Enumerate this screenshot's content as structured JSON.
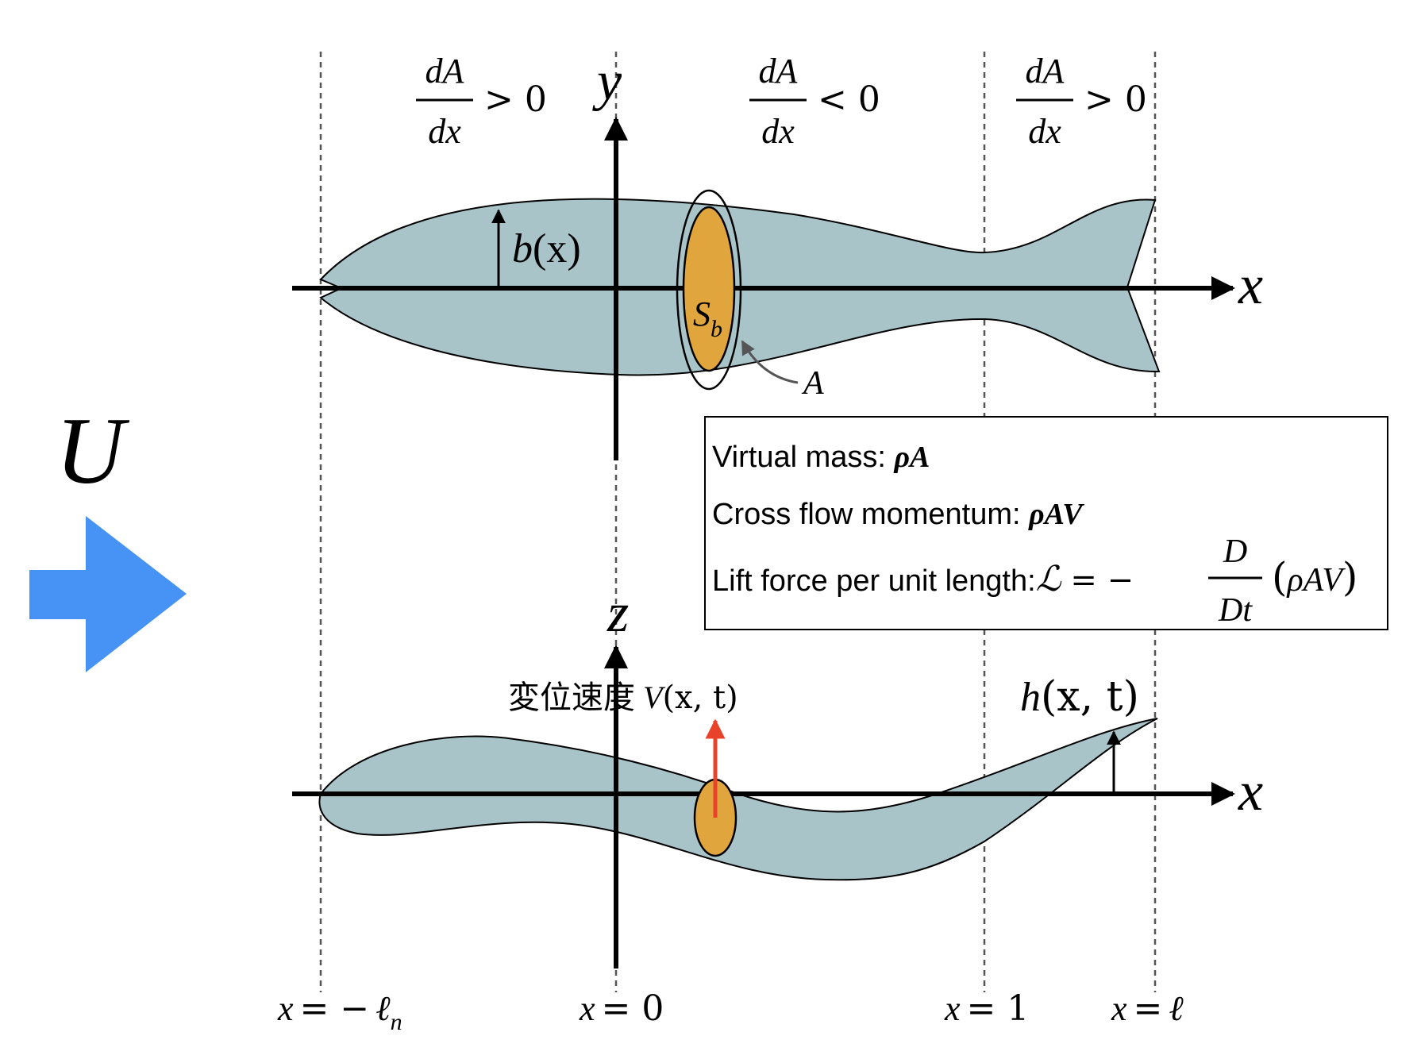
{
  "flow": {
    "label": "U",
    "arrow_color": "#4793f5"
  },
  "colors": {
    "body_fill": "#a8c4c9",
    "section_fill": "#e0a53c",
    "velocity_arrow": "#e8432a",
    "axis": "#000000",
    "guide": "#555555"
  },
  "top_view": {
    "y_axis_label": "y",
    "x_axis_label": "x",
    "region_left": {
      "num": "dA",
      "den": "dx",
      "rel": "> 0"
    },
    "region_mid": {
      "num": "dA",
      "den": "dx",
      "rel": "< 0"
    },
    "region_right": {
      "num": "dA",
      "den": "dx",
      "rel": "> 0"
    },
    "half_width_label": {
      "name": "b",
      "args": "(x)"
    },
    "section_label": {
      "base": "S",
      "sub": "b"
    },
    "area_label": "A"
  },
  "side_view": {
    "z_axis_label": "z",
    "x_axis_label": "x",
    "velocity_text": "変位速度",
    "velocity_symbol": {
      "name": "V",
      "args": "(x, t)"
    },
    "displacement_symbol": {
      "name": "h",
      "args": "(x, t)"
    }
  },
  "info_box": {
    "line1_text": "Virtual mass: ",
    "line1_math": "ρA",
    "line2_text": "Cross flow momentum: ",
    "line2_math": "ρAV",
    "line3_text": "Lift force per unit length:",
    "line3_lhs": "ℒ",
    "line3_eq": "= −",
    "line3_num": "D",
    "line3_den": "Dt",
    "line3_rhs": "ρAV"
  },
  "positions": {
    "pos1": {
      "lhs": "x",
      "eq": "= −",
      "sym": "ℓ",
      "sub": "n"
    },
    "pos2": {
      "lhs": "x",
      "eq": "= 0"
    },
    "pos3": {
      "lhs": "x",
      "eq": "= 1"
    },
    "pos4": {
      "lhs": "x",
      "eq": "=",
      "sym": "ℓ"
    }
  }
}
